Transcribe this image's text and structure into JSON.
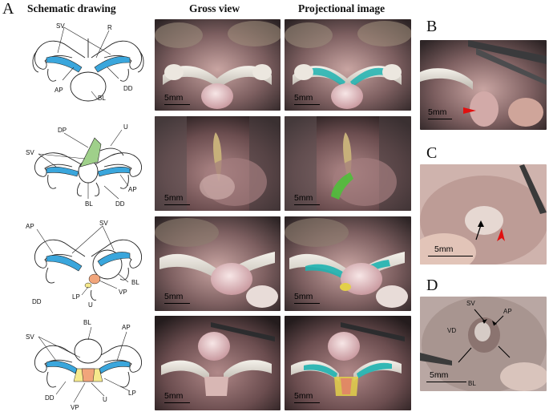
{
  "figure": {
    "panel_A": "A",
    "panel_B": "B",
    "panel_C": "C",
    "panel_D": "D",
    "col_schematic": "Schematic drawing",
    "col_gross": "Gross view",
    "col_projection": "Projectional image",
    "scale_label": "5mm"
  },
  "schematics": [
    {
      "labels": [
        "SV",
        "R",
        "AP",
        "DD",
        "BL"
      ]
    },
    {
      "labels": [
        "DP",
        "U",
        "SV",
        "BL",
        "DD",
        "AP"
      ]
    },
    {
      "labels": [
        "AP",
        "SV",
        "BL",
        "VP",
        "LP",
        "DD",
        "U"
      ]
    },
    {
      "labels": [
        "SV",
        "BL",
        "AP",
        "DD",
        "VP",
        "U",
        "LP"
      ]
    }
  ],
  "panel_D_labels": {
    "sv": "SV",
    "ap": "AP",
    "vd": "VD",
    "bl": "BL"
  },
  "colors": {
    "anterior_prostate": "#3aa6dc",
    "dorsal_prostate": "#9fd08a",
    "ventral_prostate": "#f1a57b",
    "lateral_prostate": "#f6e98c",
    "overlay_cyan": "#1fb3b0",
    "overlay_green": "#4fbf3a",
    "overlay_yellow": "#e3d04a",
    "arrowhead_red": "#e01010"
  }
}
